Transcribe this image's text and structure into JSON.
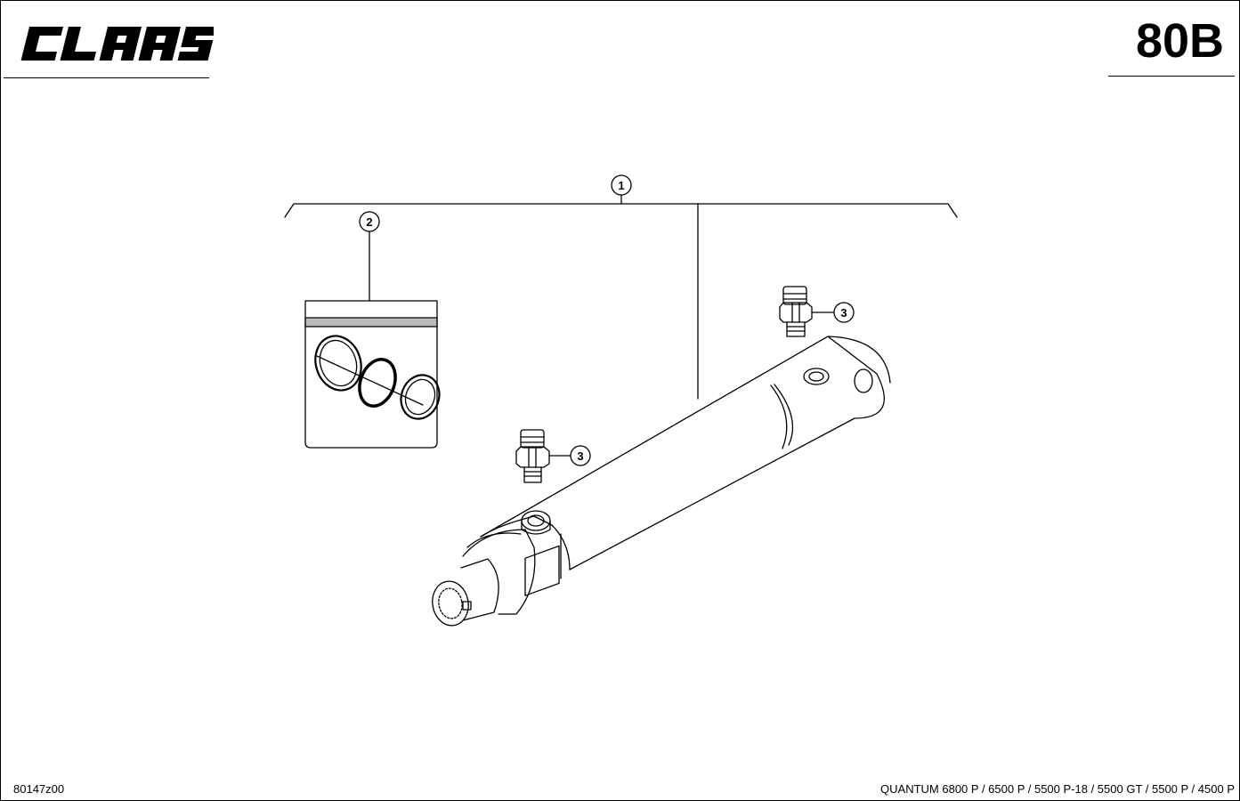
{
  "header": {
    "brand_logo": "CLAAS",
    "page_code": "80B"
  },
  "callouts": [
    {
      "label": "1"
    },
    {
      "label": "2"
    },
    {
      "label": "3"
    },
    {
      "label": "3"
    }
  ],
  "footer": {
    "drawing_number": "80147z00",
    "models": "QUANTUM 6800 P / 6500 P / 5500 P-18 / 5500 GT / 5500 P / 4500 P"
  }
}
